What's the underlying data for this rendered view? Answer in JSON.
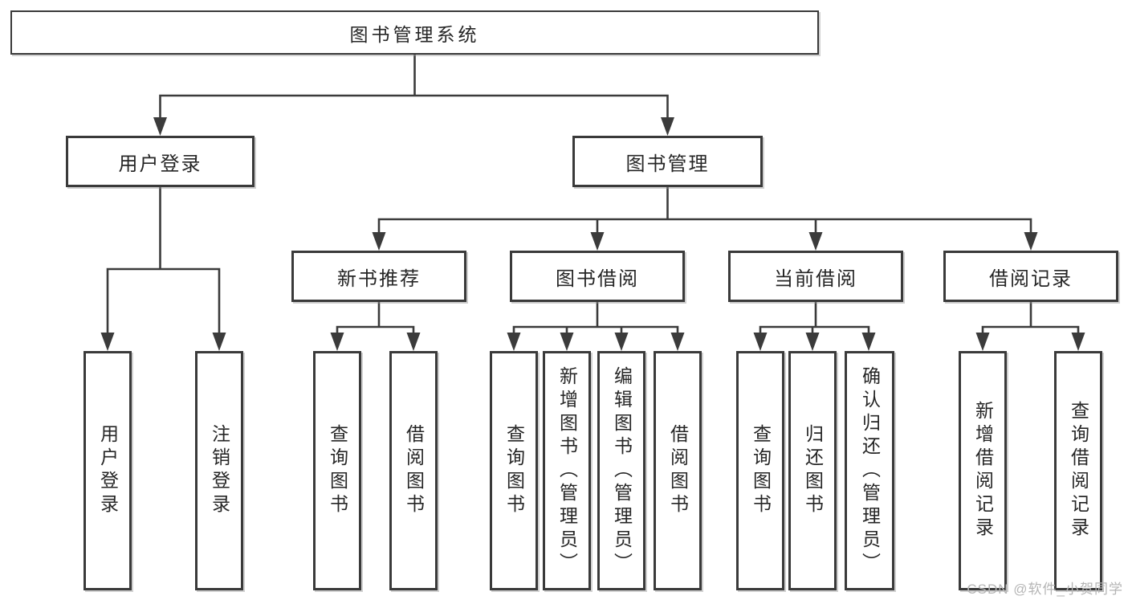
{
  "colors": {
    "background": "#ffffff",
    "line": "#3b3b3b",
    "box_border": "#3a3a3a",
    "text": "#262626",
    "watermark": "#b5b5b5"
  },
  "tree": {
    "root": {
      "label": "图书管理系统"
    },
    "branches": [
      {
        "label": "用户登录",
        "children": [
          "用户登录",
          "注销登录"
        ]
      },
      {
        "label": "图书管理",
        "groups": [
          {
            "label": "新书推荐",
            "children": [
              "查询图书",
              "借阅图书"
            ]
          },
          {
            "label": "图书借阅",
            "children": [
              "查询图书",
              "新增图书（管理员）",
              "编辑图书（管理员）",
              "借阅图书"
            ]
          },
          {
            "label": "当前借阅",
            "children": [
              "查询图书",
              "归还图书",
              "确认归还（管理员）"
            ]
          },
          {
            "label": "借阅记录",
            "children": [
              "新增借阅记录",
              "查询借阅记录"
            ]
          }
        ]
      }
    ]
  },
  "watermark": {
    "text": "CSDN @软件_小贺同学"
  }
}
